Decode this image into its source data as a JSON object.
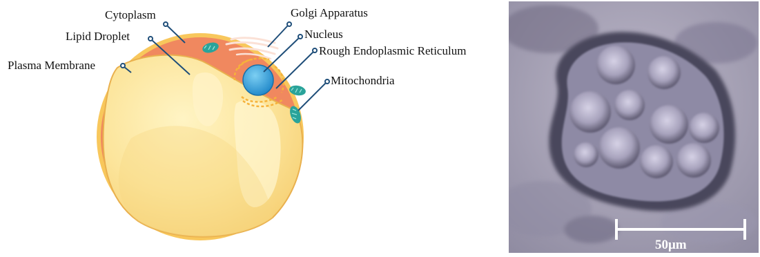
{
  "diagram": {
    "labels": {
      "cytoplasm": "Cytoplasm",
      "lipid_droplet": "Lipid Droplet",
      "plasma_membrane": "Plasma Membrane",
      "golgi": "Golgi Apparatus",
      "nucleus": "Nucleus",
      "rough_er": "Rough Endoplasmic Reticulum",
      "mitochondria": "Mitochondria"
    },
    "colors": {
      "membrane": "#F7C55A",
      "cytoplasm": "#F0875E",
      "lipid": "#FBE7A0",
      "nucleus": "#2E9BD6",
      "mitochondria": "#2AA39A",
      "leader": "#1F4E79"
    }
  },
  "micrograph": {
    "scale_bar_label": "50μm"
  }
}
